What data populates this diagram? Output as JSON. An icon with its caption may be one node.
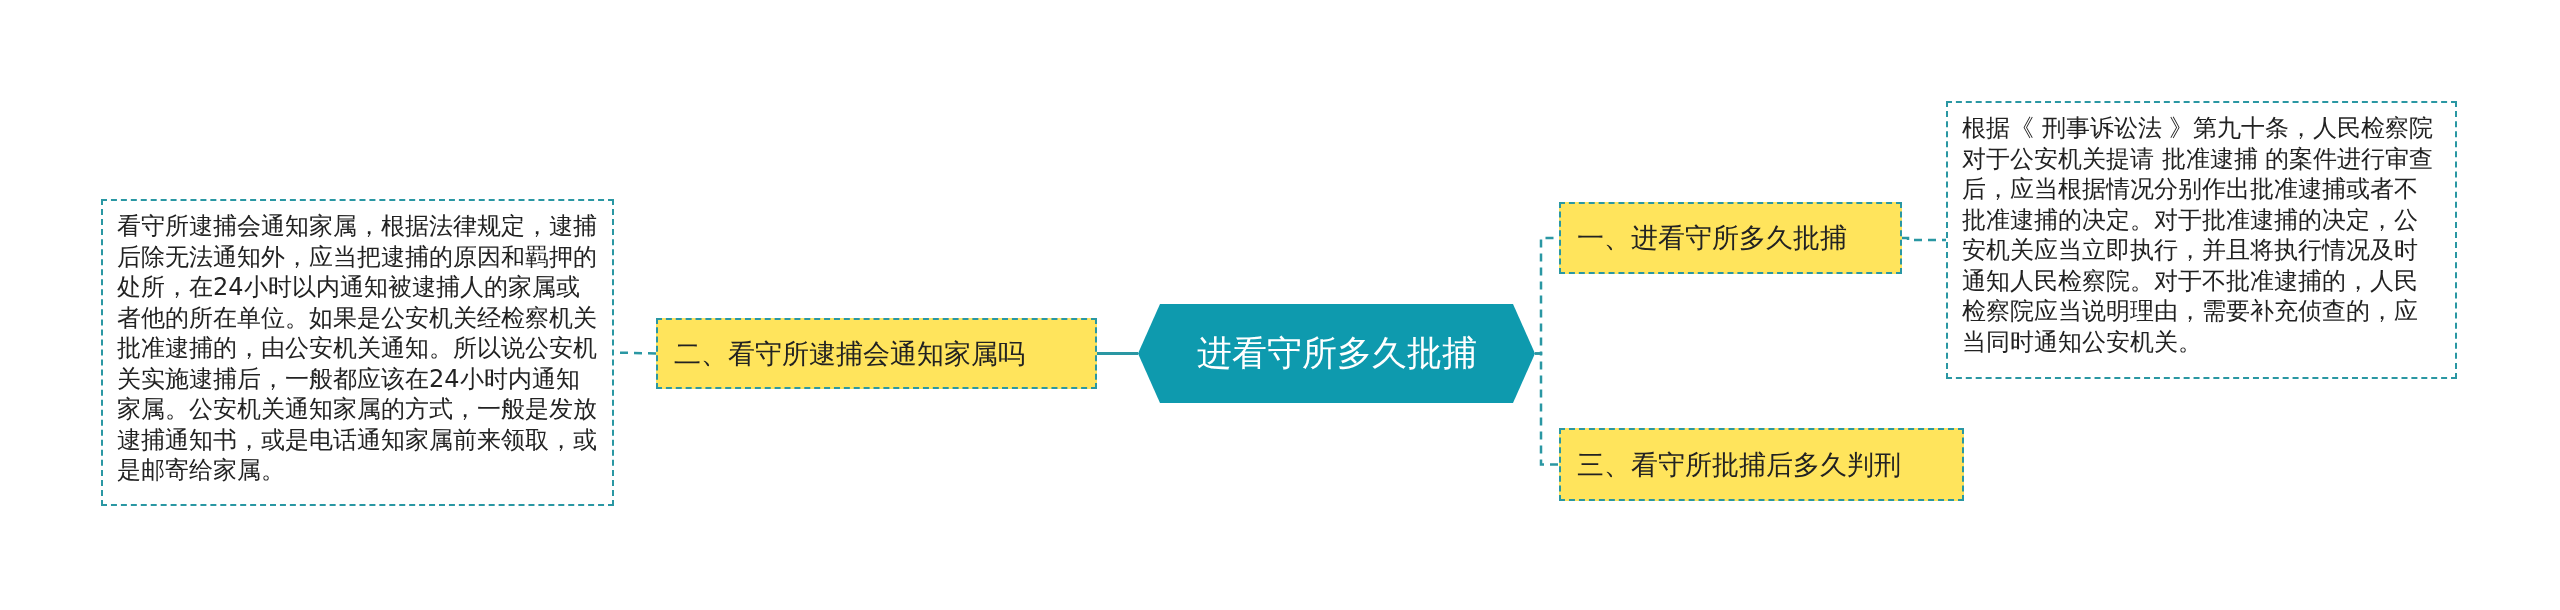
{
  "diagram": {
    "nodes": [
      {
        "text": [
          "进看守所多久批捕"
        ]
      },
      {
        "text": [
          "一、进看守所多久批捕"
        ]
      },
      {
        "text": [
          "根据《 刑事诉讼法 》第九十条，人民检察院对于公安机关提请 批准逮捕 的案件进行审查后，应当根据情况分别作出批准逮捕或者不批准逮捕的决定。对于批准逮捕的决定，公安机关应当立即执行，并且将执行情况及时通知人民检察院。对于不批准逮捕的，人民检察院应当说明理由，需要补充侦查的，应当同时通知公安机关。"
        ]
      },
      {
        "text": [
          "二、看守所逮捕会通知家属吗"
        ]
      },
      {
        "text": [
          "看守所逮捕会通知家属，根据法律规定，逮捕后除无法通知外，应当把逮捕的原因和羁押的处所，在24小时以内通知被逮捕人的家属或者他的所在单位。如果是公安机关经检察机关批准逮捕的，由公安机关通知。所以说公安机关实施逮捕后，一般都应该在24小时内通知家属。公安机关通知家属的方式，一般是发放逮捕通知书，或是电话通知家属前来领取，或是邮寄给家属。"
        ]
      },
      {
        "text": [
          "三、看守所批捕后多久判刑"
        ]
      }
    ],
    "edges": [
      {
        "from": 0,
        "to": 1,
        "arrow": "none",
        "style": "dashed"
      },
      {
        "from": 1,
        "to": 2,
        "arrow": "none",
        "style": "dashed"
      },
      {
        "from": 0,
        "to": 3,
        "arrow": "none"
      },
      {
        "from": 3,
        "to": 4,
        "arrow": "none",
        "style": "dashed"
      },
      {
        "from": 0,
        "to": 5,
        "arrow": "none",
        "style": "dashed"
      }
    ]
  }
}
